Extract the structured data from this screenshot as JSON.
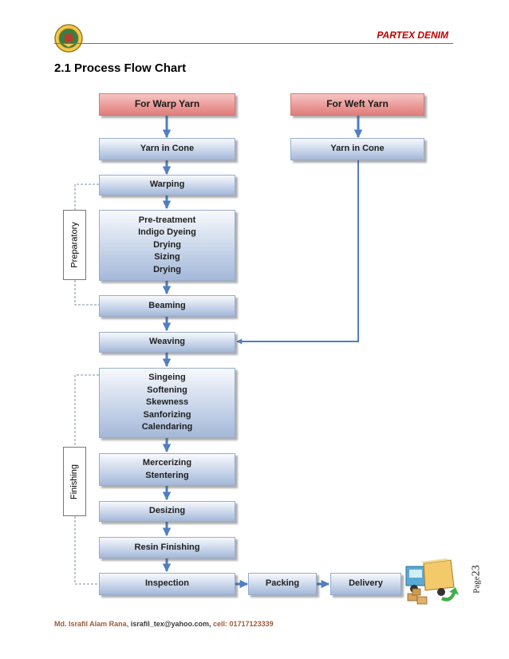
{
  "header": {
    "brand_part1": "PARTEX",
    "brand_part2": " DENIM"
  },
  "section_title": "2.1  Process Flow Chart",
  "flow": {
    "warp_yarn": "For Warp Yarn",
    "weft_yarn": "For Weft Yarn",
    "warp_cone": "Yarn in Cone",
    "weft_cone": "Yarn in Cone",
    "warping": "Warping",
    "prep_steps": [
      "Pre-treatment",
      "Indigo Dyeing",
      "Drying",
      "Sizing",
      "Drying"
    ],
    "beaming": "Beaming",
    "weaving": "Weaving",
    "finish_steps": [
      "Singeing",
      "Softening",
      "Skewness",
      "Sanforizing",
      "Calendaring"
    ],
    "merc_steps": [
      "Mercerizing",
      "Stentering"
    ],
    "desizing": "Desizing",
    "resin": "Resin Finishing",
    "inspection": "Inspection",
    "packing": "Packing",
    "delivery": "Delivery"
  },
  "labels": {
    "preparatory": "Preparatory",
    "finishing": "Finishing"
  },
  "page": {
    "prefix": "Page",
    "number": "23"
  },
  "footer": {
    "author": "Md. Israfil Alam Rana,",
    "email": " israfil_tex@yahoo.com,",
    "cell": " cell: 01717123339"
  },
  "colors": {
    "brand_red": "#c00000",
    "arrow_blue": "#4f7fbf",
    "box_blue": "#c9d6ea",
    "box_red": "#ea9795"
  },
  "icons": [
    "seal-logo",
    "delivery-truck-icon"
  ]
}
